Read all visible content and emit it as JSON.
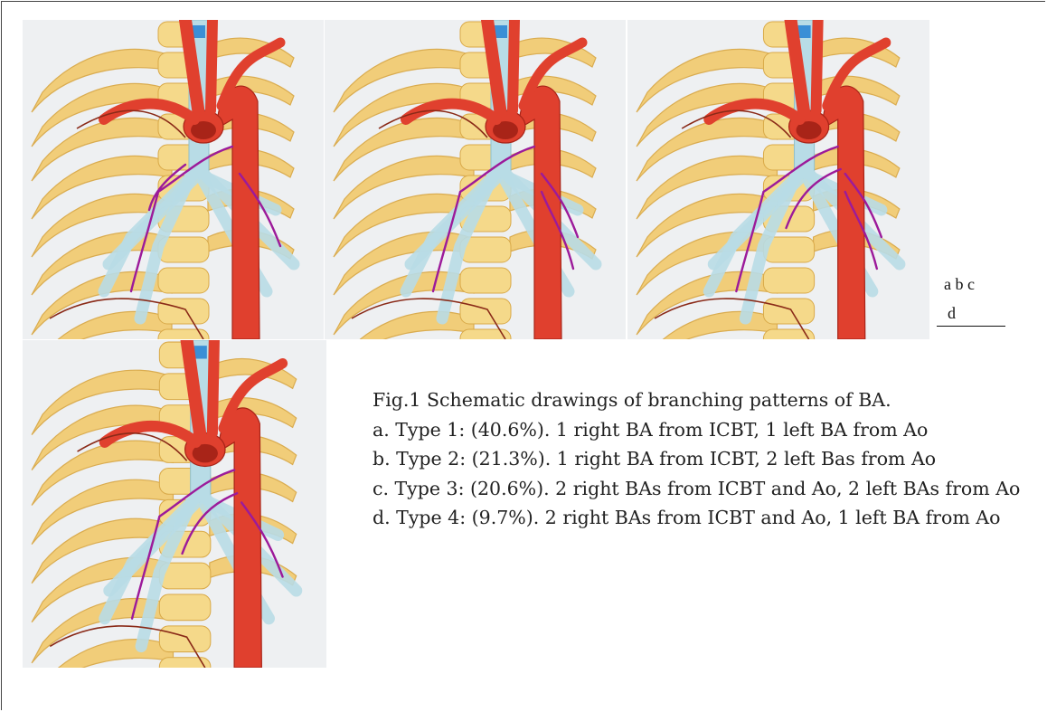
{
  "figure": {
    "panels": [
      {
        "id": "a",
        "image": "bronchial-artery-type-1-illustration"
      },
      {
        "id": "b",
        "image": "bronchial-artery-type-2-illustration"
      },
      {
        "id": "c",
        "image": "bronchial-artery-type-3-illustration"
      },
      {
        "id": "d",
        "image": "bronchial-artery-type-4-illustration"
      }
    ],
    "panel_key": {
      "row1": "a b c",
      "row2": "d"
    },
    "caption": {
      "title": "Fig.1 Schematic drawings of branching patterns of BA.",
      "items": [
        "a. Type 1: (40.6%). 1 right BA from ICBT, 1 left BA from Ao",
        "b. Type 2: (21.3%). 1 right BA from ICBT, 2 left Bas from Ao",
        "c. Type 3: (20.6%). 2 right BAs from ICBT and Ao, 2 left BAs from Ao",
        "d. Type 4: (9.7%). 2 right BAs from ICBT and Ao, 1 left BA from Ao"
      ]
    }
  },
  "colors": {
    "background": "#eef0f2",
    "rib": "#f2cc73",
    "rib_edge": "#d9a948",
    "spine": "#f5d98a",
    "aorta": "#e0402e",
    "aorta_dark": "#a82418",
    "bronchus": "#b8dce6",
    "bronchus_edge": "#8fbfcc",
    "bronchial_artery": "#9c1a9a",
    "intercostal": "#8a2a18"
  }
}
